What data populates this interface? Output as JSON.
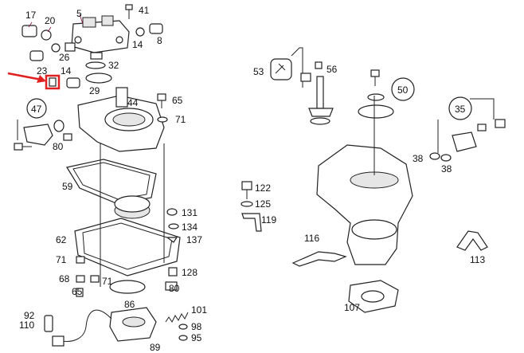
{
  "diagram": {
    "highlight_color": "#e02020",
    "lead_color": "#8a1c3a",
    "labels": [
      "17",
      "20",
      "5",
      "41",
      "26",
      "14",
      "8",
      "23",
      "14",
      "32",
      "29",
      "44",
      "65",
      "47",
      "80",
      "71",
      "59",
      "122",
      "125",
      "119",
      "131",
      "134",
      "137",
      "62",
      "71",
      "68",
      "65",
      "71",
      "128",
      "80",
      "86",
      "101",
      "92",
      "110",
      "98",
      "95",
      "89",
      "53",
      "56",
      "50",
      "35",
      "38",
      "38",
      "116",
      "113",
      "107"
    ]
  }
}
